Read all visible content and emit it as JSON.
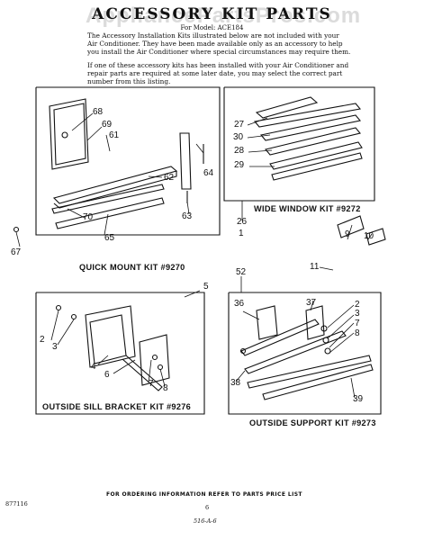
{
  "header": {
    "title": "ACCESSORY KIT PARTS",
    "watermark": "AppliancePartsPros.com",
    "model_line": "For Model: ACE184",
    "intro_1": [
      "The Accessory Installation Kits illustrated below are not included with your",
      "Air Conditioner. They have been made available only as an accessory to help",
      "you install the Air Conditioner where special circumstances may require them."
    ],
    "intro_2": [
      "If one of these accessory kits has been installed with your Air Conditioner and",
      "repair parts are required at some later date, you may select the correct part",
      "number from this listing."
    ]
  },
  "kits": {
    "quick_mount": {
      "label": "QUICK MOUNT KIT #9270",
      "parts": [
        "68",
        "69",
        "61",
        "62",
        "64",
        "63",
        "70",
        "65",
        "67",
        "1"
      ]
    },
    "wide_window": {
      "label": "WIDE WINDOW KIT #9272",
      "parts": [
        "27",
        "30",
        "28",
        "29",
        "26",
        "9",
        "10",
        "11"
      ]
    },
    "outside_sill": {
      "label": "OUTSIDE SILL BRACKET KIT #9276",
      "parts": [
        "5",
        "2",
        "3",
        "4",
        "6",
        "7",
        "8"
      ]
    },
    "outside_support": {
      "label": "OUTSIDE SUPPORT KIT #9273",
      "parts": [
        "52",
        "36",
        "37",
        "2",
        "3",
        "7",
        "8",
        "38",
        "39"
      ]
    }
  },
  "footer": {
    "ordering_note": "FOR ORDERING INFORMATION REFER TO PARTS PRICE LIST",
    "code": "877116",
    "page": "6",
    "handwritten": "516-A-6"
  }
}
